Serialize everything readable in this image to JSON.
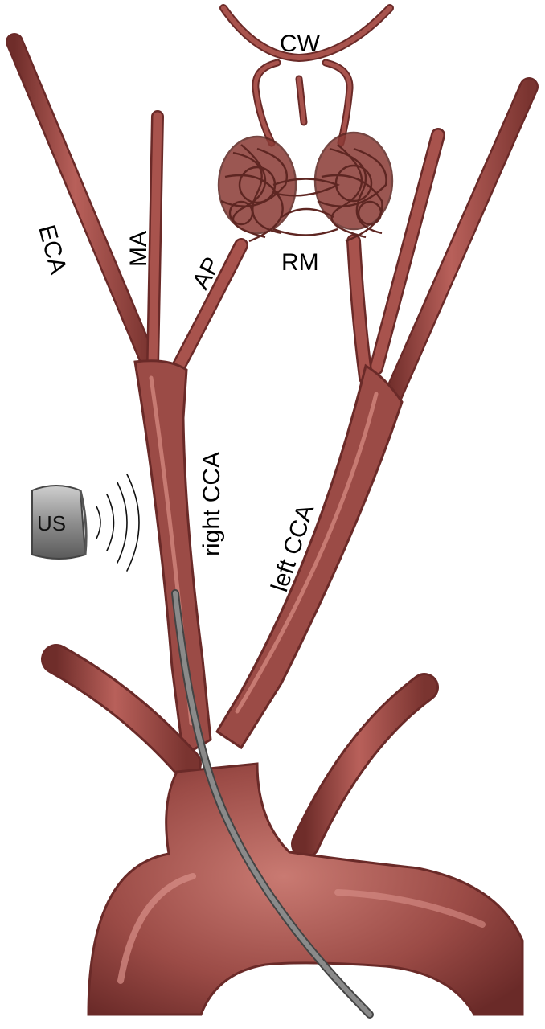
{
  "labels": {
    "cw": "CW",
    "eca": "ECA",
    "ma": "MA",
    "ap": "AP",
    "rm": "RM",
    "right_cca": "right CCA",
    "left_cca": "left CCA",
    "us": "US"
  },
  "colors": {
    "vessel": "#9b4b46",
    "vessel_dark": "#6a2a28",
    "vessel_light": "#c77a72",
    "mesh": "#5e2622",
    "catheter": "#7d7d7d",
    "probe": "#8f8f8f"
  },
  "icons": {
    "probe": "ultrasound-probe-icon",
    "waves": "sound-waves-icon"
  }
}
